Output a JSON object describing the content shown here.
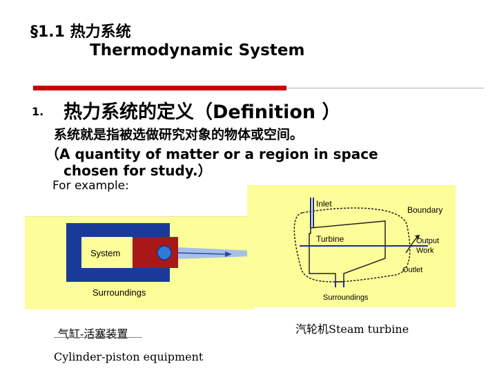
{
  "title": {
    "line1": "§1.1 热力系统",
    "line2": "Thermodynamic System"
  },
  "section": {
    "number": "1.",
    "heading": "热力系统的定义（Definition ）"
  },
  "definition": {
    "chinese": "系统就是指被选做研究对象的物体或空间。",
    "english_line1": "（A quantity of matter or a region in space",
    "english_line2": "chosen for study.）"
  },
  "example_label": "For example:",
  "figure_cylinder": {
    "system_label": "System",
    "surroundings_label": "Surroundings",
    "caption_cn": "气缸-活塞装置",
    "caption_en": "Cylinder-piston equipment",
    "colors": {
      "background": "#fdfd9a",
      "piston": "#a81818",
      "body": "#1a3a9a",
      "ball": "#2e7ad8"
    }
  },
  "figure_turbine": {
    "inlet_label": "Inlet",
    "boundary_label": "Boundary",
    "turbine_label": "Turbine",
    "output_work_label_1": "Output",
    "output_work_label_2": "Work",
    "outlet_label": "Outlet",
    "surroundings_label": "Surroundings",
    "caption": "汽轮机Steam turbine",
    "colors": {
      "background": "#fdfd9a",
      "lines": "#1a2aa8",
      "boundary": "#222222"
    }
  }
}
